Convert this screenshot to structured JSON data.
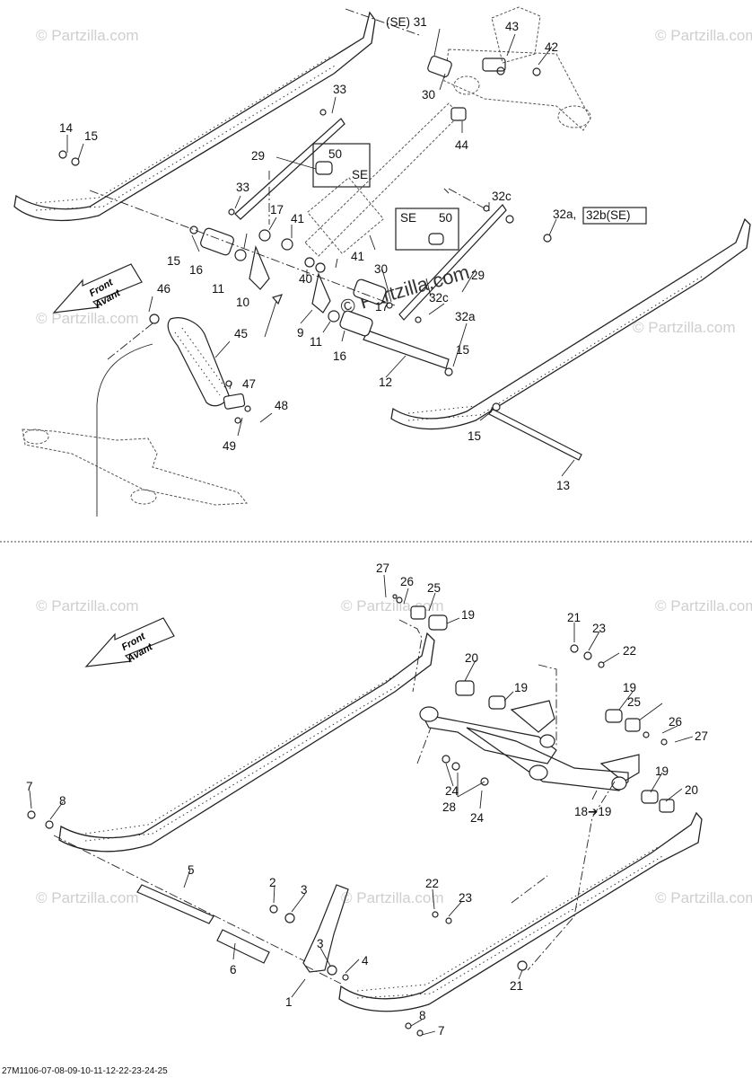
{
  "diagram_code": "27M1106-07-08-09-10-11-12-22-23-24-25",
  "watermark": "© Partzilla.com",
  "watermark_center": "© Partzilla.com",
  "front_arrow": {
    "line1": "Front",
    "line2": "Avant"
  },
  "callouts": {
    "p1": "1",
    "p2": "2",
    "p3a": "3",
    "p3b": "3",
    "p4": "4",
    "p5": "5",
    "p6": "6",
    "p7a": "7",
    "p7b": "7",
    "p8a": "8",
    "p8b": "8",
    "p9": "9",
    "p10": "10",
    "p11a": "11",
    "p11b": "11",
    "p12": "12",
    "p13": "13",
    "p14": "14",
    "p15a": "15",
    "p15b": "15",
    "p15c": "15",
    "p15d": "15",
    "p16a": "16",
    "p16b": "16",
    "p17a": "17",
    "p17b": "17",
    "p18": "18➔19",
    "p19a": "19",
    "p19b": "19",
    "p19c": "19",
    "p19d": "19",
    "p20a": "20",
    "p20b": "20",
    "p21a": "21",
    "p21b": "21",
    "p22a": "22",
    "p22b": "22",
    "p23a": "23",
    "p23b": "23",
    "p24a": "24",
    "p24b": "24",
    "p25a": "25",
    "p25b": "25",
    "p26a": "26",
    "p26b": "26",
    "p27a": "27",
    "p27b": "27",
    "p28": "28",
    "p29a": "29",
    "p29b": "29",
    "p30a": "30",
    "p30b": "30",
    "p31": "(SE) 31",
    "p32a": "32a",
    "p32a2": "32a,",
    "p32b": "32b(SE)",
    "p32c1": "32c",
    "p32c2": "32c",
    "p33a": "33",
    "p33b": "33",
    "p40": "40",
    "p41a": "41",
    "p41b": "41",
    "p42": "42",
    "p43": "43",
    "p44": "44",
    "p45": "45",
    "p46": "46",
    "p47": "47",
    "p48": "48",
    "p49": "49",
    "p50a": "50",
    "p50b": "50",
    "seA": "SE",
    "seB": "SE"
  }
}
